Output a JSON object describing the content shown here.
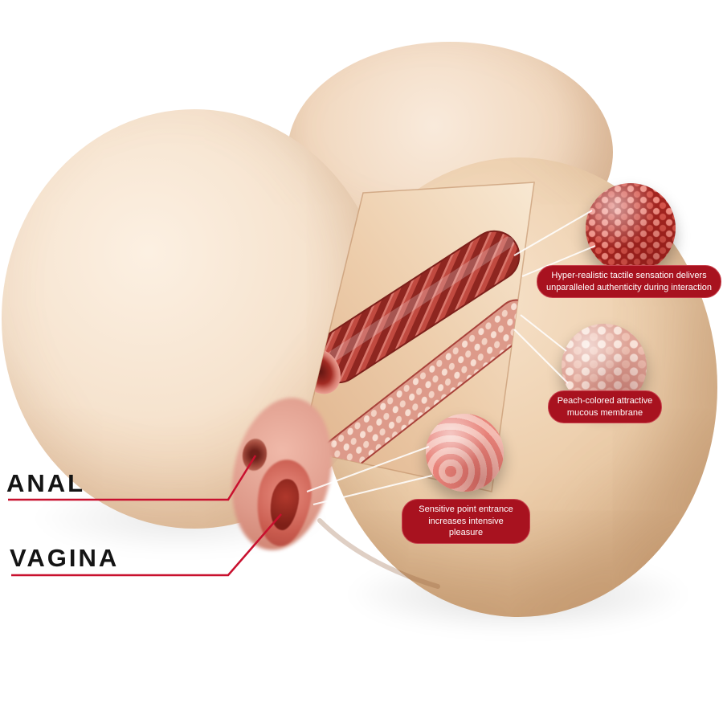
{
  "labels": {
    "anal": "ANAL",
    "vagina": "VAGINA"
  },
  "callouts": {
    "tactile": {
      "line1": "Hyper-realistic tactile sensation delivers",
      "line2": "unparalleled authenticity during interaction"
    },
    "membrane": {
      "line1": "Peach-colored attractive",
      "line2": "mucous membrane"
    },
    "entrance": {
      "line1": "Sensitive point entrance",
      "line2": "increases intensive pleasure"
    }
  },
  "insets": {
    "ribbed": "ribbed-texture-closeup",
    "bumpy": "mucous-membrane-closeup",
    "folds": "entrance-texture-closeup"
  },
  "colors": {
    "badge": "#a8121f",
    "pointer_line": "#c8102e",
    "label_text": "#141414",
    "background": "#ffffff"
  }
}
